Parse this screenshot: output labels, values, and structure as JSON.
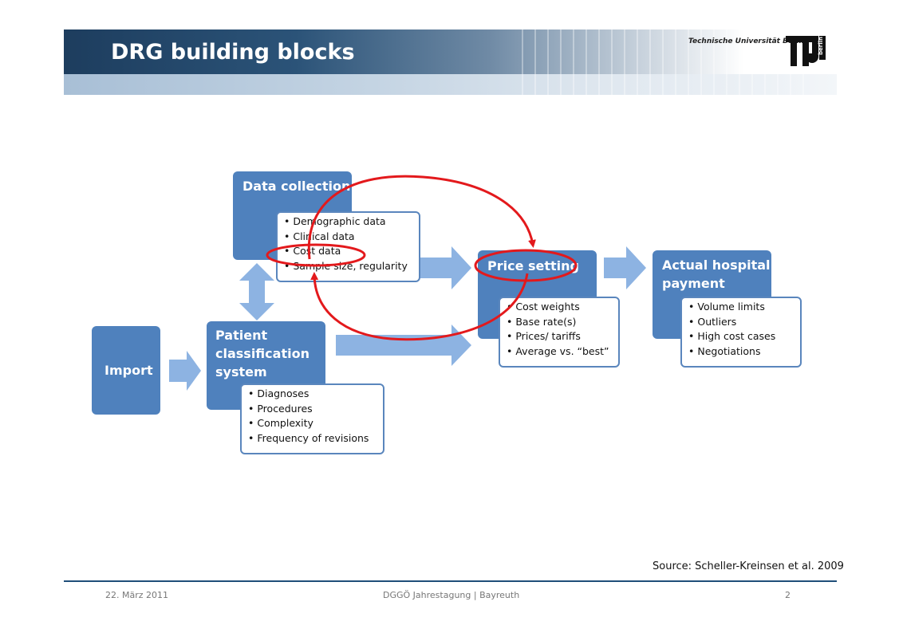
{
  "header": {
    "title": "DRG building blocks",
    "university": "Technische Universität Berlin",
    "logo_text": "TU berlin"
  },
  "diagram": {
    "import": {
      "label": "Import"
    },
    "data_collection": {
      "label": "Data collection",
      "items": [
        "Demographic data",
        "Clinical data",
        "Cost data",
        "Sample size, regularity"
      ]
    },
    "patient_classification": {
      "label_line1": "Patient",
      "label_line2": "classification",
      "label_line3": "system",
      "items": [
        "Diagnoses",
        "Procedures",
        "Complexity",
        "Frequency of revisions"
      ]
    },
    "price_setting": {
      "label": "Price setting",
      "items": [
        "Cost weights",
        "Base rate(s)",
        "Prices/ tariffs",
        "Average vs. “best”"
      ]
    },
    "actual_payment": {
      "label_line1": "Actual hospital",
      "label_line2": "payment",
      "items": [
        "Volume limits",
        "Outliers",
        "High cost cases",
        "Negotiations"
      ]
    }
  },
  "colors": {
    "box": "#4f81bd",
    "arrow": "#8db3e2",
    "highlight": "#e3191c",
    "banner": "#1d3d5e"
  },
  "source": "Source: Scheller-Kreinsen et al. 2009",
  "footer": {
    "date": "22. März 2011",
    "event": "DGGÖ Jahrestagung | Bayreuth",
    "page": "2"
  }
}
